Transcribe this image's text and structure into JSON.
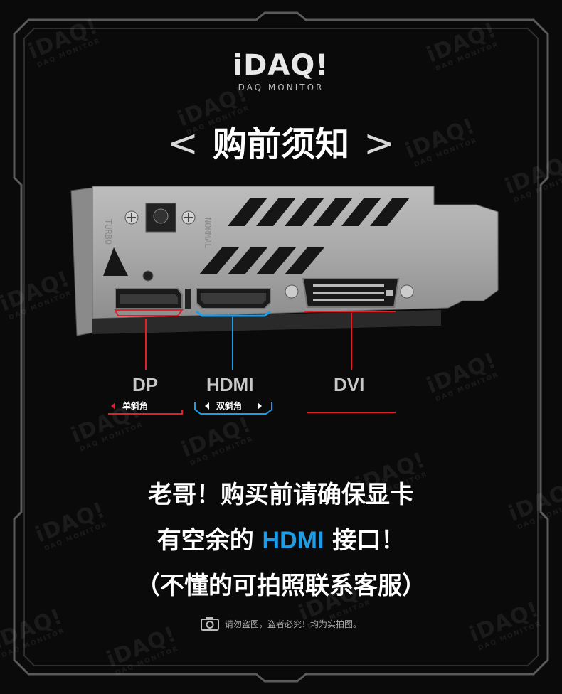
{
  "brand": {
    "mark": "iDAQ!",
    "name": "DAQ MONITOR"
  },
  "title": {
    "left_chevron": "<",
    "text": "购前须知",
    "right_chevron": ">"
  },
  "card_engraving": {
    "left": "TURBO",
    "right": "NORMAL"
  },
  "ports": [
    {
      "label": "DP",
      "tag": "单斜角",
      "color": "#e0202a"
    },
    {
      "label": "HDMI",
      "tag": "双斜角",
      "color": "#1e9ce8"
    },
    {
      "label": "DVI",
      "tag": "",
      "color": "#e0202a"
    }
  ],
  "message": {
    "line1": "老哥！购买前请确保显卡",
    "line2_pre": "有空余的",
    "line2_highlight": "HDMI",
    "line2_post": "接口！",
    "line3": "（不懂的可拍照联系客服）"
  },
  "footer": {
    "text": "请勿盗图，盗者必究！均为实拍图。"
  },
  "watermark": {
    "mark": "iDAQ!",
    "name": "DAQ MONITOR"
  },
  "colors": {
    "accent_blue": "#1e9ce8",
    "accent_red": "#e0202a",
    "background": "#0a0a0a"
  },
  "icons": {
    "footer": "camera-icon"
  }
}
